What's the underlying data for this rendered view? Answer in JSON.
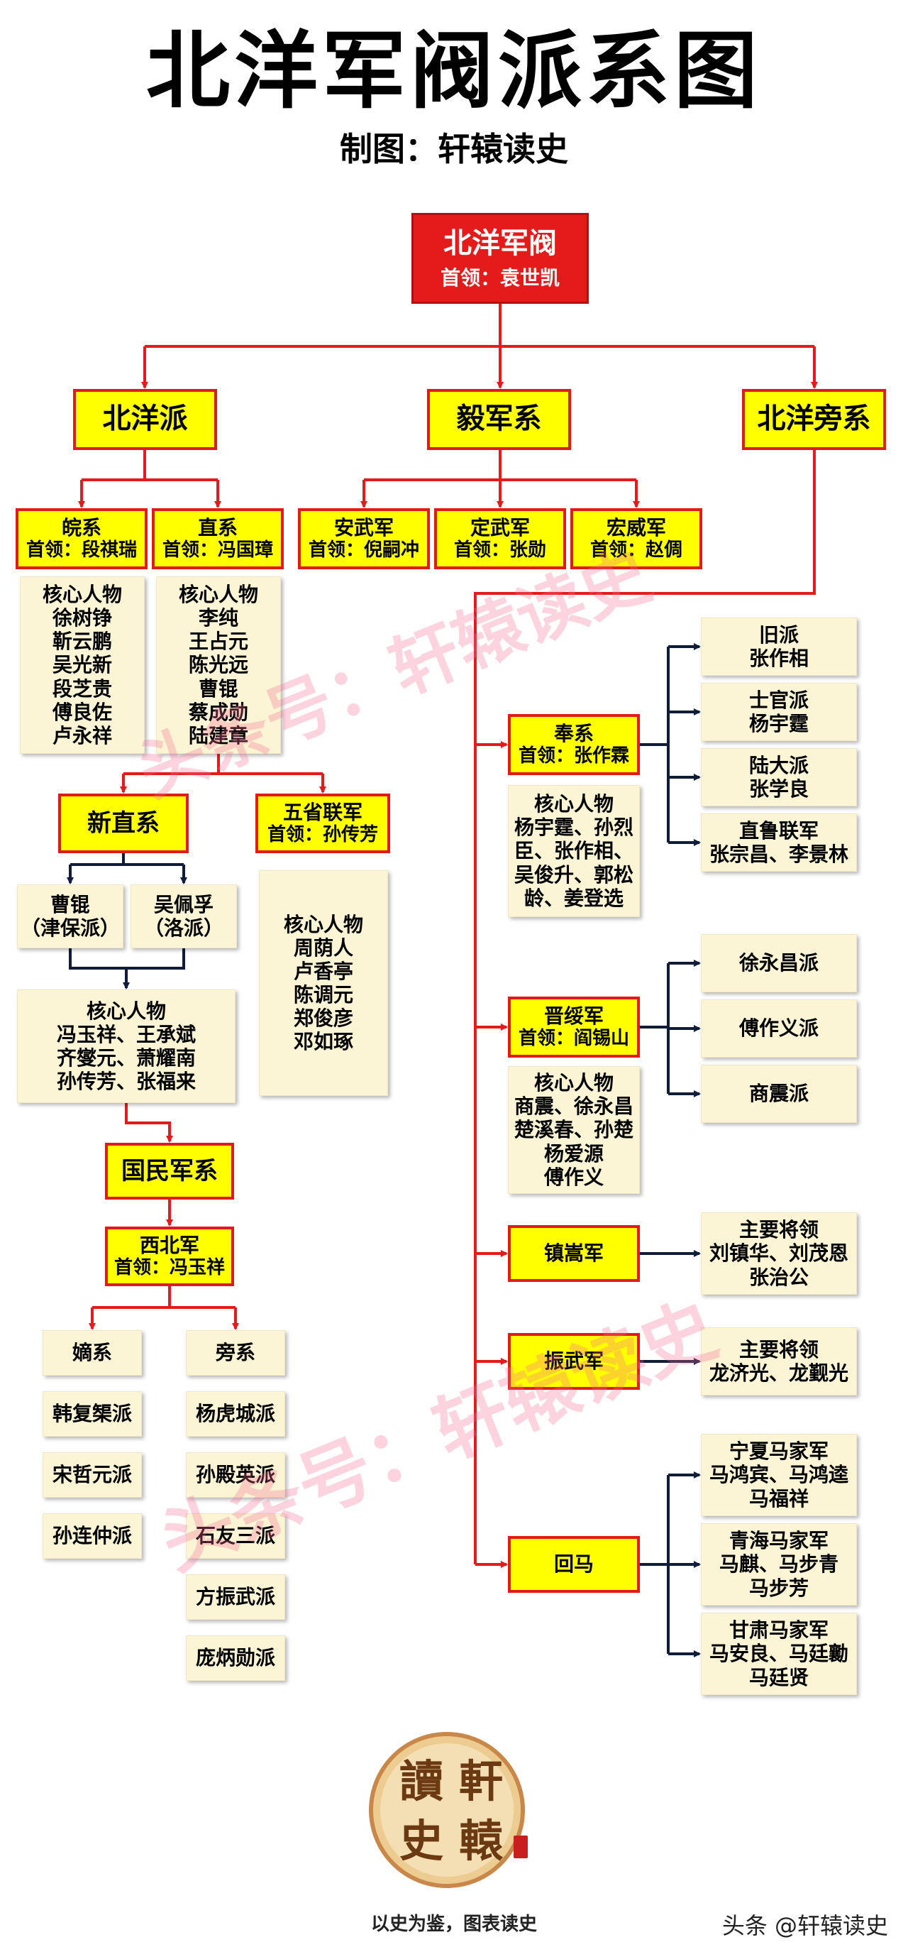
{
  "header": {
    "title": "北洋军阀派系图",
    "subtitle": "制图：轩辕读史"
  },
  "root": {
    "name": "北洋军阀",
    "leader": "首领：袁世凯"
  },
  "branches": {
    "beiyang": "北洋派",
    "yijun": "毅军系",
    "pang": "北洋旁系"
  },
  "wan": {
    "name": "皖系",
    "leader": "首领：段祺瑞",
    "core": [
      "核心人物",
      "徐树铮",
      "靳云鹏",
      "吴光新",
      "段芝贵",
      "傅良佐",
      "卢永祥"
    ]
  },
  "zhi": {
    "name": "直系",
    "leader": "首领：冯国璋",
    "core": [
      "核心人物",
      "李纯",
      "王占元",
      "陈光远",
      "曹锟",
      "蔡成勋",
      "陆建章"
    ]
  },
  "yi": [
    {
      "name": "安武军",
      "leader": "首领：倪嗣冲"
    },
    {
      "name": "定武军",
      "leader": "首领：张勋"
    },
    {
      "name": "宏威军",
      "leader": "首领：赵倜"
    }
  ],
  "xinzhi": {
    "name": "新直系",
    "cao": [
      "曹锟",
      "（津保派）"
    ],
    "wu": [
      "吴佩孚",
      "（洛派）"
    ],
    "core": [
      "核心人物",
      "冯玉祥、王承斌",
      "齐燮元、萧耀南",
      "孙传芳、张福来"
    ]
  },
  "wusheng": {
    "name": "五省联军",
    "leader": "首领：孙传芳",
    "core": [
      "核心人物",
      "周荫人",
      "卢香亭",
      "陈调元",
      "郑俊彦",
      "邓如琢"
    ]
  },
  "guominjun": "国民军系",
  "xibei": {
    "name": "西北军",
    "leader": "首领：冯玉祥"
  },
  "dixi": [
    "嫡系",
    "韩复榘派",
    "宋哲元派",
    "孙连仲派"
  ],
  "pangxi": [
    "旁系",
    "杨虎城派",
    "孙殿英派",
    "石友三派",
    "方振武派",
    "庞炳勋派"
  ],
  "feng": {
    "name": "奉系",
    "leader": "首领：张作霖",
    "core": [
      "核心人物",
      "杨宇霆、孙烈",
      "臣、张作相、",
      "吴俊升、郭松",
      "龄、姜登选"
    ],
    "subs": [
      [
        "旧派",
        "张作相"
      ],
      [
        "士官派",
        "杨宇霆"
      ],
      [
        "陆大派",
        "张学良"
      ],
      [
        "直鲁联军",
        "张宗昌、李景林"
      ]
    ]
  },
  "jin": {
    "name": "晋绥军",
    "leader": "首领：阎锡山",
    "core": [
      "核心人物",
      "商震、徐永昌",
      "楚溪春、孙楚",
      "杨爱源",
      "傅作义"
    ],
    "subs": [
      "徐永昌派",
      "傅作义派",
      "商震派"
    ]
  },
  "zhensong": {
    "name": "镇嵩军",
    "detail": [
      "主要将领",
      "刘镇华、刘茂恩",
      "张治公"
    ]
  },
  "zhenwu": {
    "name": "振武军",
    "detail": [
      "主要将领",
      "龙济光、龙觐光"
    ]
  },
  "huima": {
    "name": "回马",
    "subs": [
      [
        "宁夏马家军",
        "马鸿宾、马鸿逵",
        "马福祥"
      ],
      [
        "青海马家军",
        "马麒、马步青",
        "马步芳"
      ],
      [
        "甘肃马家军",
        "马安良、马廷勷",
        "马廷贤"
      ]
    ]
  },
  "watermark": {
    "text": "头条号：轩辕读史",
    "color": "#f56e96"
  },
  "seal": {
    "chars": [
      "軒",
      "讀",
      "轅",
      "史"
    ]
  },
  "motto": "以史为鉴，图表读史",
  "credit": "头条 @轩辕读史",
  "colors": {
    "red": "#e51b1b",
    "yellow": "#ffff00",
    "navy": "#0f1c3a",
    "cream": "#fbf5d6"
  }
}
